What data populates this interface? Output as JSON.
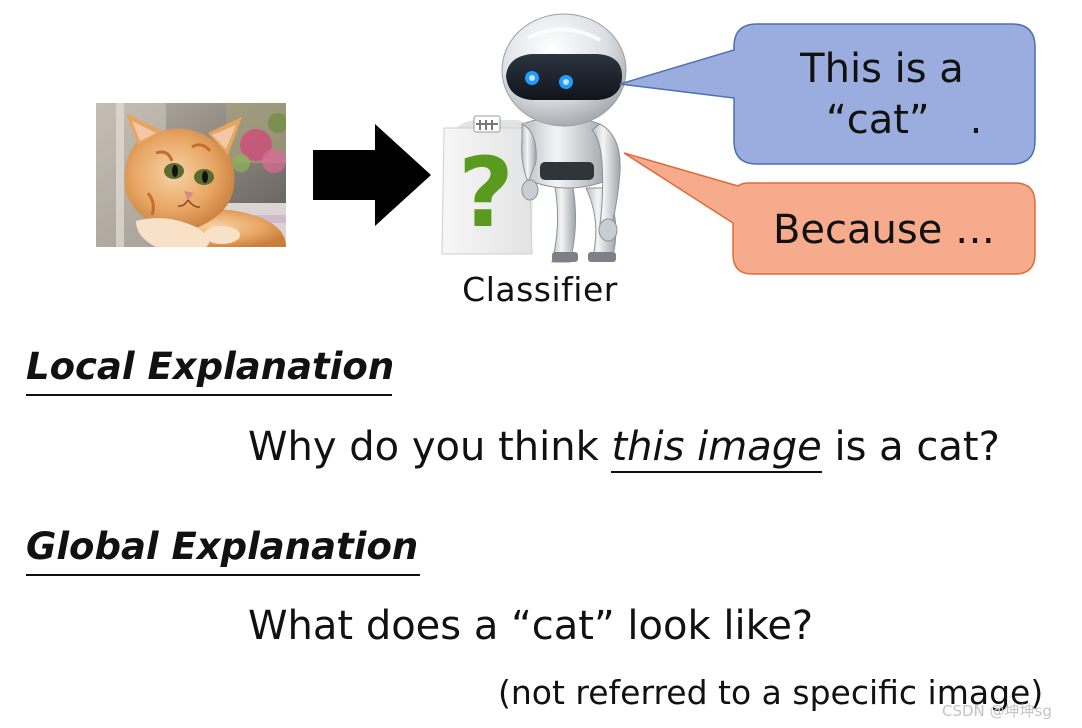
{
  "diagram": {
    "classifier_label": "Classifier",
    "bubble_prediction": {
      "line1": "This is a",
      "line2": "“cat”　.",
      "fill": "#9badde",
      "stroke": "#4d6fb3"
    },
    "bubble_reason": {
      "text": "Because …",
      "fill": "#f5ab8c",
      "stroke": "#e06b3a"
    },
    "robot_badge_symbol": "?",
    "robot_badge_color": "#5a9a1e",
    "icons": [
      "cat-photo",
      "right-arrow-icon",
      "robot-icon",
      "question-mark-icon"
    ]
  },
  "local": {
    "heading": "Local Explanation",
    "question_before": "Why do you think ",
    "question_emph": "this image",
    "question_after": " is a cat?"
  },
  "global": {
    "heading": "Global Explanation",
    "question": "What does a “cat” look like?",
    "note": "(not referred to a specific image)"
  },
  "watermark": "CSDN @坤坤sg"
}
